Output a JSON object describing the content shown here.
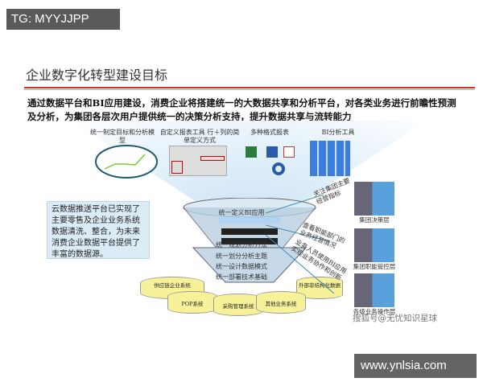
{
  "tag": "TG: MYYJJPP",
  "title": "企业数字化转型建设目标",
  "paragraph": "通过数据平台和BI应用建设，消费企业将搭建统一的大数据共享和分析平台，对各类业务进行前瞻性预测及分析，为集团各层次用户提供统一的决策分析支持，提升数据共享与流转能力",
  "tools": [
    "统一制定目标和分析模型",
    "自定义报表工具 行＋列的简单定义方式",
    "多种格式报表",
    "BI分析工具"
  ],
  "funnel_layers": [
    "统一定义BI应用",
    "统一规划分析方法",
    "统一划分分析主题",
    "统一设计数据模式",
    "统一部署技术基础"
  ],
  "left_box": "云数据推送平台已实现了主要零售及企业业务系统数据清洗、整合，为未来消费企业数据平台提供了丰富的数据源。",
  "systems": [
    "供应链企业系统",
    "POP系统",
    "采购管理系统",
    "其他业务系统",
    "外部非结构化数据"
  ],
  "arrow_notes": [
    "关注集团主要经营指标",
    "查看职能部门的业务经营情况",
    "业务人员使用BI应用实现业务协作和创新"
  ],
  "users": [
    "集团决策层",
    "集团职能管控层",
    "各级业务操作层"
  ],
  "watermark": "搜狐号@无忧知识星球",
  "site": "www.ynlsia.com"
}
